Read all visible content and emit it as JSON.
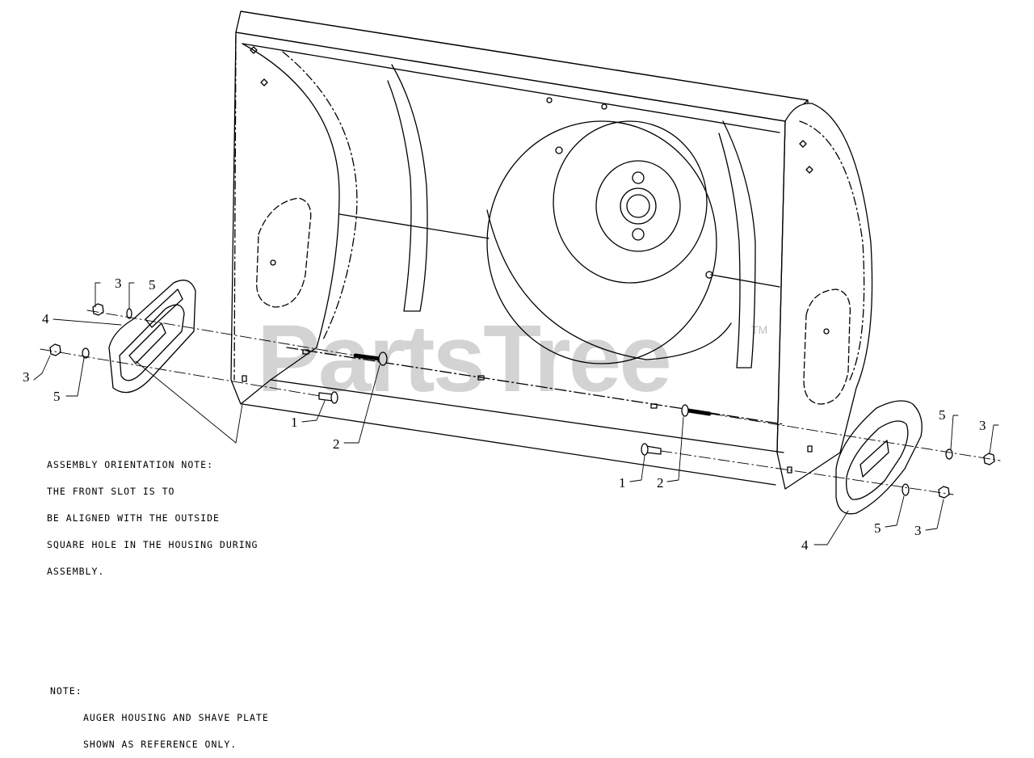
{
  "watermark": {
    "text": "PartsTree",
    "trademark": "TM"
  },
  "callouts": [
    {
      "id": "c3a",
      "label": "3"
    },
    {
      "id": "c5a",
      "label": "5"
    },
    {
      "id": "c4a",
      "label": "4"
    },
    {
      "id": "c3b",
      "label": "3"
    },
    {
      "id": "c5b",
      "label": "5"
    },
    {
      "id": "c1a",
      "label": "1"
    },
    {
      "id": "c2a",
      "label": "2"
    },
    {
      "id": "c1b",
      "label": "1"
    },
    {
      "id": "c2b",
      "label": "2"
    },
    {
      "id": "c5c",
      "label": "5"
    },
    {
      "id": "c3c",
      "label": "3"
    },
    {
      "id": "c5d",
      "label": "5"
    },
    {
      "id": "c3d",
      "label": "3"
    },
    {
      "id": "c4b",
      "label": "4"
    }
  ],
  "notes": {
    "assembly": {
      "line1": "ASSEMBLY ORIENTATION NOTE:",
      "line2": "THE FRONT SLOT IS TO",
      "line3": "BE ALIGNED WITH THE OUTSIDE",
      "line4": "SQUARE HOLE IN THE HOUSING DURING",
      "line5": "ASSEMBLY."
    },
    "general": {
      "line1": "NOTE:",
      "line2": "AUGER HOUSING AND SHAVE PLATE",
      "line3": "SHOWN AS REFERENCE ONLY."
    }
  }
}
